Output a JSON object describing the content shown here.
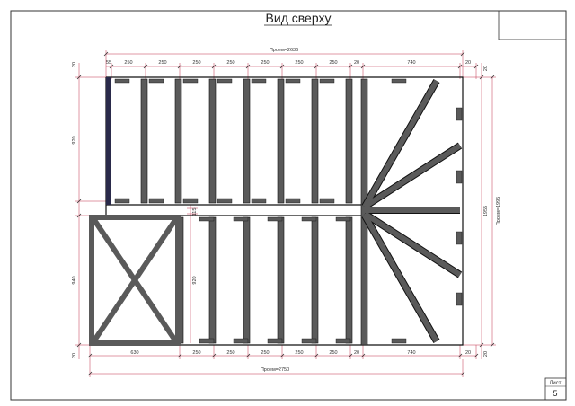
{
  "title": "Вид сверху",
  "stamp": {
    "label": "Лист",
    "number": "5"
  },
  "colors": {
    "beam": "#5a5a5a",
    "outline": "#111111",
    "dim_line": "#c0304a",
    "frame": "#333333"
  },
  "dims": {
    "top_span": "Проем=2636",
    "bottom_span": "Проем=2750",
    "right_span": "Проем=1995",
    "right_height": "1955",
    "top_offsets": [
      "55",
      "250",
      "250",
      "250",
      "250",
      "250",
      "250",
      "250",
      "20",
      "740",
      "20"
    ],
    "bottom_offsets": [
      "630",
      "250",
      "250",
      "250",
      "250",
      "250",
      "20",
      "740",
      "20"
    ],
    "left_upper": "920",
    "left_lower": "940",
    "mid_left": "920",
    "mid_small": "115",
    "left_top_tick": "20",
    "left_bottom_tick": "20",
    "right_top_tick": "20",
    "right_bottom_tick": "20"
  }
}
